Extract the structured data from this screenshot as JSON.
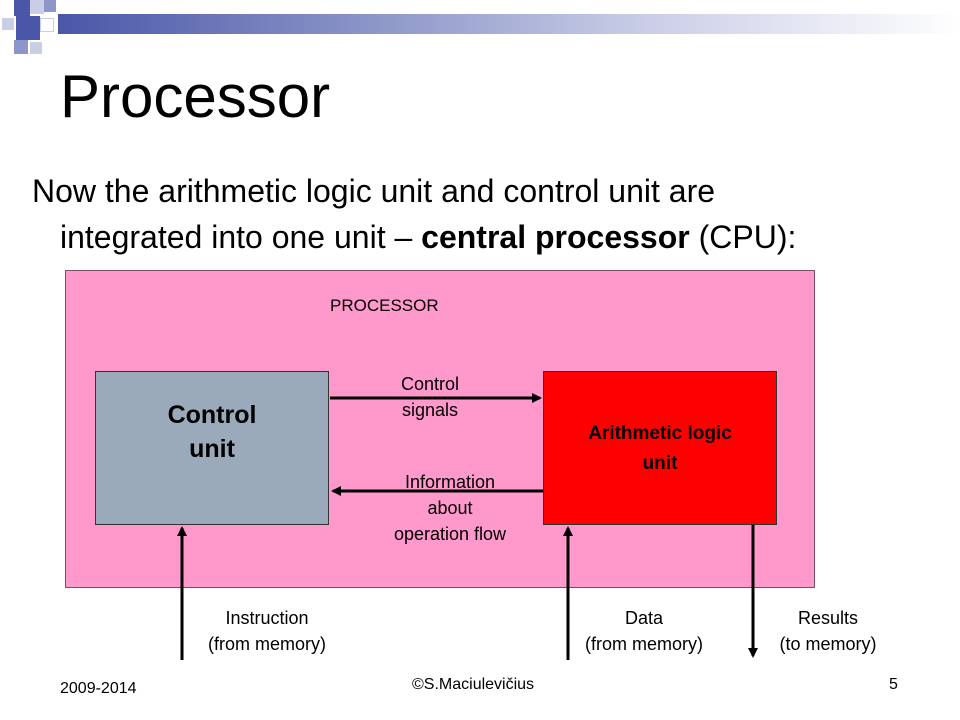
{
  "slide": {
    "title": "Processor",
    "bullet": {
      "line1": "Now the arithmetic logic unit and control unit  are",
      "line2_pre": "integrated into one  unit – ",
      "line2_bold": "central processor",
      "line2_post": " (CPU):"
    }
  },
  "diagram": {
    "processor_label": "PROCESSOR",
    "control_unit": {
      "line1": "Control",
      "line2": "unit"
    },
    "alu": {
      "line1": "Arithmetic logic",
      "line2": "unit"
    },
    "control_signals": {
      "line1": "Control",
      "line2": "signals"
    },
    "information_flow": {
      "line1": "Information",
      "line2": "about",
      "line3": "operation flow"
    },
    "instruction": {
      "line1": "Instruction",
      "line2": "(from memory)"
    },
    "data": {
      "line1": "Data",
      "line2": "(from memory)"
    },
    "results": {
      "line1": "Results",
      "line2": "(to memory)"
    }
  },
  "footer": {
    "date": "2009-2014",
    "author": "©S.Maciulevičius",
    "page": "5"
  },
  "colors": {
    "processor_fill": "#ff99cc",
    "control_unit_fill": "#9aaabb",
    "alu_fill": "#ff0000",
    "header_bar": "#4a57a8"
  }
}
